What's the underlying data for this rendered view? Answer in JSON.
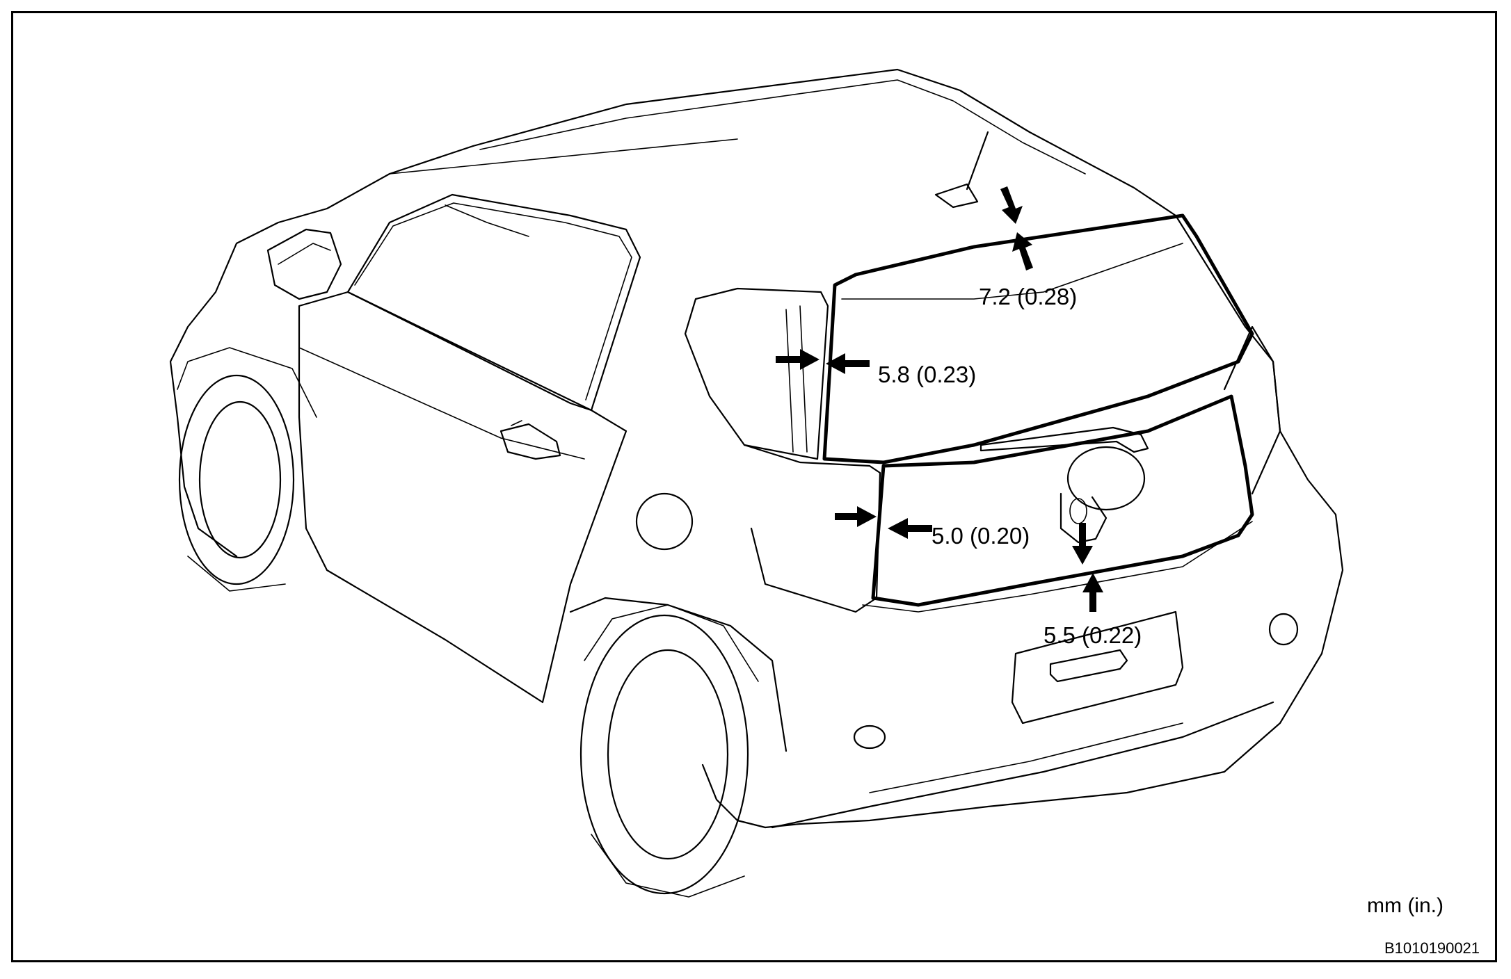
{
  "measurements": [
    {
      "id": "top",
      "label": "7.2 (0.28)"
    },
    {
      "id": "left-upper",
      "label": "5.8 (0.23)"
    },
    {
      "id": "left-lower",
      "label": "5.0 (0.20)"
    },
    {
      "id": "bottom",
      "label": "5.5 (0.22)"
    }
  ],
  "units_note": "mm (in.)",
  "figure_code": "B1010190021",
  "colors": {
    "line": "#000000",
    "background": "#ffffff"
  }
}
